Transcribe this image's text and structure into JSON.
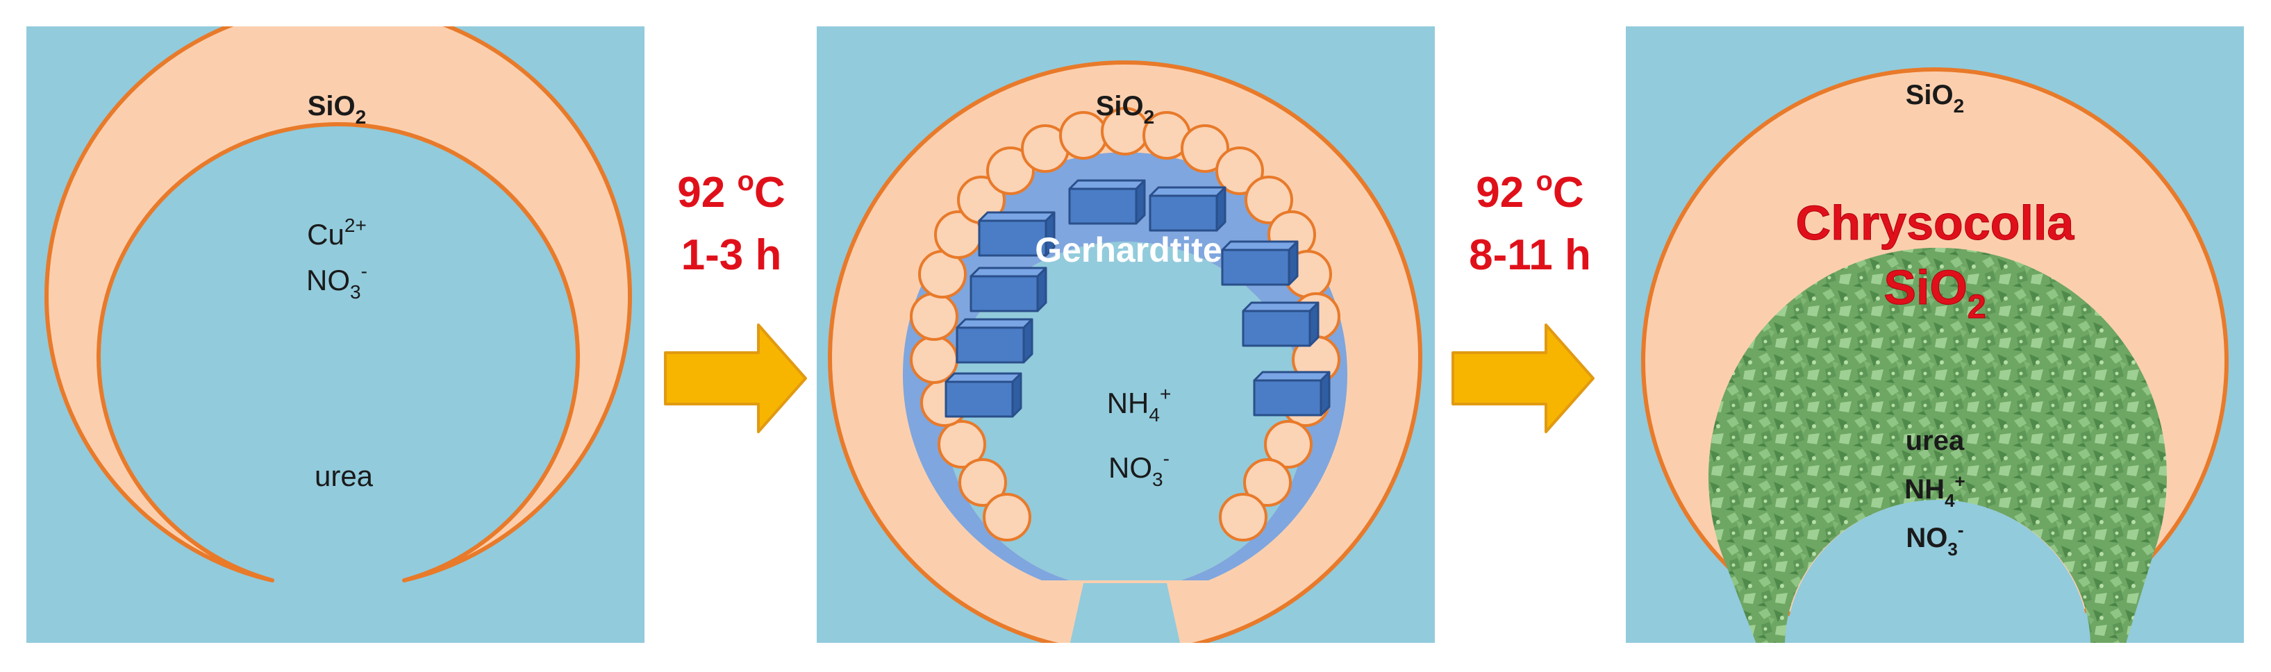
{
  "colors": {
    "water_bg": "#92cbdc",
    "shell_fill": "#fbcfae",
    "shell_stroke": "#e87a2a",
    "conditions_text": "#e0101a",
    "arrow_fill": "#f7b500",
    "arrow_stroke": "#e19a12",
    "block_fill": "#4a7dc6",
    "block_stroke": "#2a4f8a",
    "gerhardtite_layer": "#7fa6de",
    "chrysocolla_green": "#6fa865",
    "chrysocolla_label": "#e0101a"
  },
  "panels": [
    {
      "shell_label": "SiO",
      "shell_label_sub": "2",
      "interior_lines": [
        {
          "base": "Cu",
          "sup": "2+",
          "sub": ""
        },
        {
          "base": "NO",
          "sup": "-",
          "sub": "3"
        }
      ],
      "bottom_label": "urea"
    },
    {
      "shell_label": "SiO",
      "shell_label_sub": "2",
      "layer_label": "Gerhardtite",
      "interior_lines": [
        {
          "base": "NH",
          "sub": "4",
          "sup": "+"
        },
        {
          "base": "NO",
          "sub": "3",
          "sup": "-"
        }
      ]
    },
    {
      "shell_label": "SiO",
      "shell_label_sub": "2",
      "layer_label_1": "Chrysocolla",
      "layer_label_2": "SiO",
      "layer_label_2_sub": "2",
      "interior_lines": [
        {
          "base": "urea",
          "sub": "",
          "sup": ""
        },
        {
          "base": "NH",
          "sub": "4",
          "sup": "+"
        },
        {
          "base": "NO",
          "sub": "3",
          "sup": "-"
        }
      ]
    }
  ],
  "steps": [
    {
      "temp_value": "92 ",
      "temp_unit": "o",
      "temp_unit_suffix": "C",
      "time": "1-3 h",
      "arrow_icon": "right-arrow-icon"
    },
    {
      "temp_value": "92 ",
      "temp_unit": "o",
      "temp_unit_suffix": "C",
      "time": "8-11 h",
      "arrow_icon": "right-arrow-icon"
    }
  ]
}
